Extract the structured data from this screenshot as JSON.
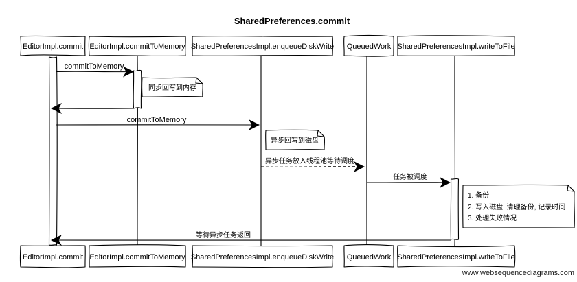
{
  "title": "SharedPreferences.commit",
  "watermark": "www.websequencediagrams.com",
  "participants": {
    "p1": "EditorImpl.commit",
    "p2": "EditorImpl.commitToMemory",
    "p3": "SharedPreferencesImpl.enqueueDiskWrite",
    "p4": "QueuedWork",
    "p5": "SharedPreferencesImpl.writeToFile"
  },
  "messages": {
    "m1": {
      "label": "commitToMemory",
      "from": "EditorImpl.commit",
      "to": "EditorImpl.commitToMemory",
      "line": "solid"
    },
    "m2": {
      "label": "",
      "from": "EditorImpl.commitToMemory",
      "to": "EditorImpl.commit",
      "line": "solid"
    },
    "m3": {
      "label": "commitToMemory",
      "from": "EditorImpl.commit",
      "to": "SharedPreferencesImpl.enqueueDiskWrite",
      "line": "solid"
    },
    "m4": {
      "label": "异步任务放入线程池等待调度",
      "from": "SharedPreferencesImpl.enqueueDiskWrite",
      "to": "QueuedWork",
      "line": "dashed"
    },
    "m5": {
      "label": "任务被调度",
      "from": "QueuedWork",
      "to": "SharedPreferencesImpl.writeToFile",
      "line": "solid"
    },
    "m6": {
      "label": "等待异步任务返回",
      "from": "SharedPreferencesImpl.writeToFile",
      "to": "EditorImpl.commit",
      "line": "solid"
    }
  },
  "notes": {
    "n1": "同步回写到内存",
    "n2": "异步回写到磁盘",
    "n3_line1": "1. 备份",
    "n3_line2": "2. 写入磁盘, 清理备份, 记录时间",
    "n3_line3": "3. 处理失败情况"
  },
  "colors": {
    "stroke": "#000000",
    "background": "#ffffff",
    "text": "#000000"
  }
}
